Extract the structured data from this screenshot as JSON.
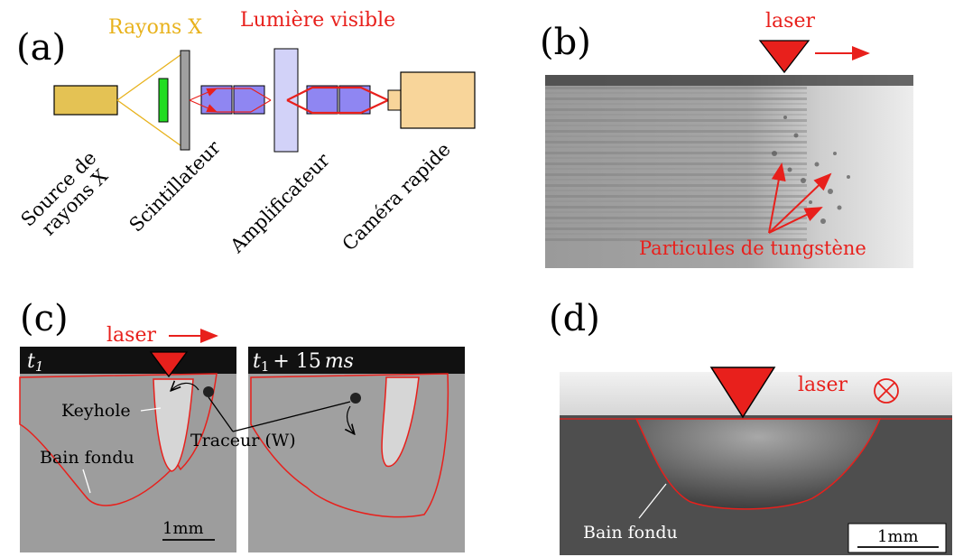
{
  "panels": {
    "a": {
      "label": "(a)",
      "xray_label": "Rayons X",
      "visible_label": "Lumière visible",
      "components": [
        "Source de",
        "rayons X",
        "Scintillateur",
        "Amplificateur",
        "Caméra rapide"
      ]
    },
    "b": {
      "label": "(b)",
      "laser_label": "laser",
      "particles_label": "Particules de tungstène"
    },
    "c": {
      "label": "(c)",
      "laser_label": "laser",
      "time1": "t",
      "time1_sub": "1",
      "time2": "t",
      "time2_sub": "1",
      "time2_suffix": "+ 15",
      "time2_unit": "ms",
      "keyhole_label": "Keyhole",
      "tracer_label": "Traceur (W)",
      "pool_label": "Bain fondu",
      "scale_label": "1mm"
    },
    "d": {
      "label": "(d)",
      "laser_label": "laser",
      "pool_label": "Bain fondu",
      "scale_label": "1mm"
    }
  },
  "colors": {
    "xray": "#e8b21c",
    "visible": "#e8201c",
    "source": "#e4c254",
    "camera": "#f8d59a",
    "lens": "#8f86f2",
    "amplifier": "#d2d2f8",
    "scintillator": "#a0a0a0",
    "filter": "#22dd22"
  }
}
